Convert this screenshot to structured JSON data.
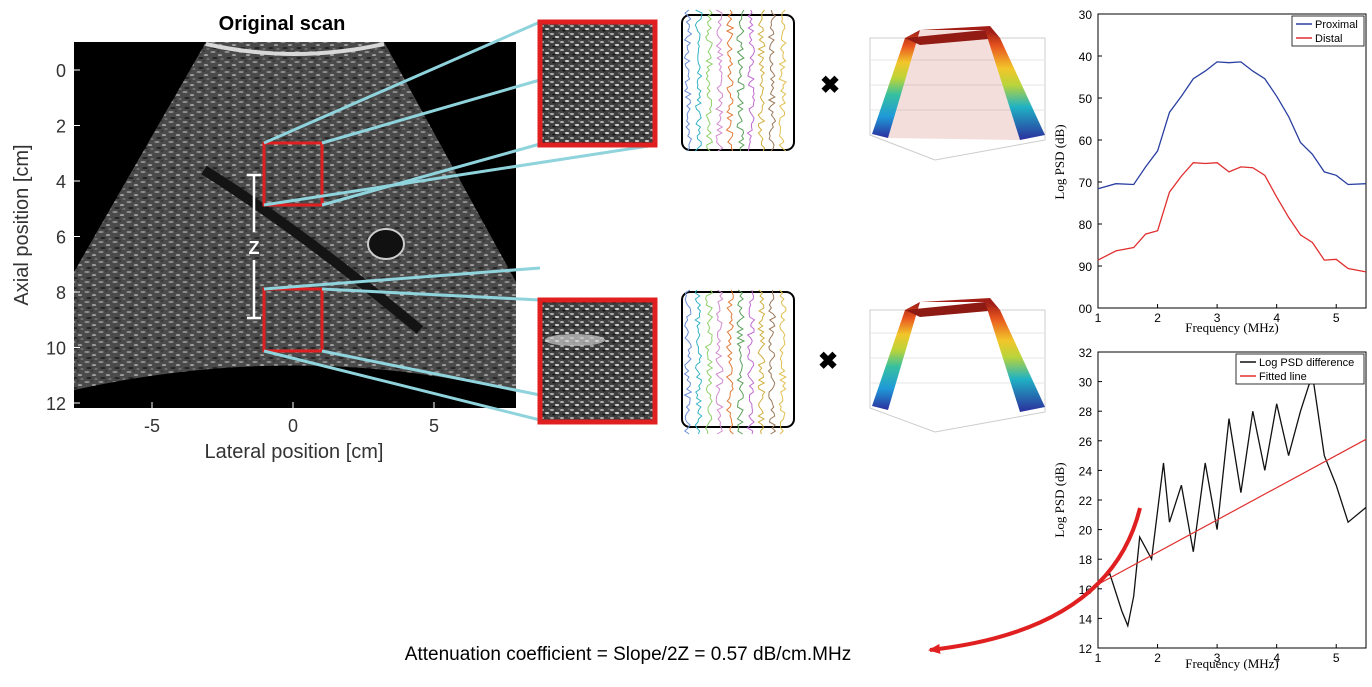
{
  "scan": {
    "title": "Original scan",
    "x_label": "Lateral position [cm]",
    "y_label": "Axial position [cm]",
    "x_ticks": [
      "-5",
      "0",
      "5"
    ],
    "y_ticks": [
      "0",
      "2",
      "4",
      "6",
      "8",
      "10",
      "12"
    ],
    "distance_label": "Z"
  },
  "operator": "✖",
  "equation": "Attenuation coefficient = Slope/2Z = 0.57 dB/cm.MHz",
  "colors": {
    "roi": "#e02020",
    "connector": "#8fd3dc",
    "proximal": "#2a3fa0",
    "distal": "#e03030",
    "difference": "#111111",
    "fitted": "#e03030",
    "arrow": "#e02020"
  },
  "chart_data": [
    {
      "type": "line",
      "title": "",
      "xlabel": "Frequency (MHz)",
      "ylabel": "Log PSD (dB)",
      "xlim": [
        1,
        5.5
      ],
      "ylim": [
        30,
        100
      ],
      "y_inverted": true,
      "x_ticks": [
        "1",
        "2",
        "3",
        "4",
        "5"
      ],
      "y_ticks": [
        "30",
        "40",
        "50",
        "60",
        "70",
        "80",
        "90",
        "00"
      ],
      "legend": "top-right",
      "series": [
        {
          "name": "Proximal",
          "x": [
            1.0,
            1.3,
            1.6,
            1.8,
            2.0,
            2.2,
            2.4,
            2.6,
            2.8,
            3.0,
            3.2,
            3.4,
            3.6,
            3.8,
            4.0,
            4.2,
            4.4,
            4.6,
            4.8,
            5.0,
            5.2,
            5.5
          ],
          "values": [
            71,
            71,
            70,
            67,
            62,
            54,
            49,
            46,
            43,
            42,
            41,
            42,
            43,
            46,
            49,
            55,
            60,
            64,
            67,
            69,
            70,
            71
          ]
        },
        {
          "name": "Distal",
          "x": [
            1.0,
            1.3,
            1.6,
            1.8,
            2.0,
            2.2,
            2.4,
            2.6,
            2.8,
            3.0,
            3.2,
            3.4,
            3.6,
            3.8,
            4.0,
            4.2,
            4.4,
            4.6,
            4.8,
            5.0,
            5.2,
            5.5
          ],
          "values": [
            88,
            87,
            85,
            83,
            81,
            73,
            68,
            66,
            65,
            66,
            67,
            67,
            66,
            69,
            73,
            79,
            82,
            85,
            88,
            89,
            90,
            92
          ]
        }
      ]
    },
    {
      "type": "line",
      "title": "",
      "xlabel": "Frequency (MHz)",
      "ylabel": "Log PSD (dB)",
      "xlim": [
        1,
        5.5
      ],
      "ylim": [
        12,
        32
      ],
      "x_ticks": [
        "1",
        "2",
        "3",
        "4",
        "5"
      ],
      "y_ticks": [
        "12",
        "14",
        "16",
        "18",
        "20",
        "22",
        "24",
        "26",
        "28",
        "30",
        "32"
      ],
      "legend": "top-right",
      "series": [
        {
          "name": "Log PSD difference",
          "x": [
            1.0,
            1.2,
            1.4,
            1.5,
            1.6,
            1.7,
            1.9,
            2.1,
            2.2,
            2.4,
            2.6,
            2.8,
            3.0,
            3.2,
            3.4,
            3.6,
            3.8,
            4.0,
            4.2,
            4.4,
            4.6,
            4.8,
            5.0,
            5.2,
            5.5
          ],
          "values": [
            16.5,
            17,
            14.5,
            13.5,
            15.5,
            19.5,
            18,
            24.5,
            20.5,
            23,
            18.5,
            24.5,
            20,
            27.5,
            22.5,
            28,
            24,
            28.5,
            25,
            28,
            30.5,
            25,
            23,
            20.5,
            21.5
          ]
        },
        {
          "name": "Fitted line",
          "x": [
            1.0,
            5.5
          ],
          "values": [
            16.3,
            26.1
          ]
        }
      ]
    }
  ]
}
